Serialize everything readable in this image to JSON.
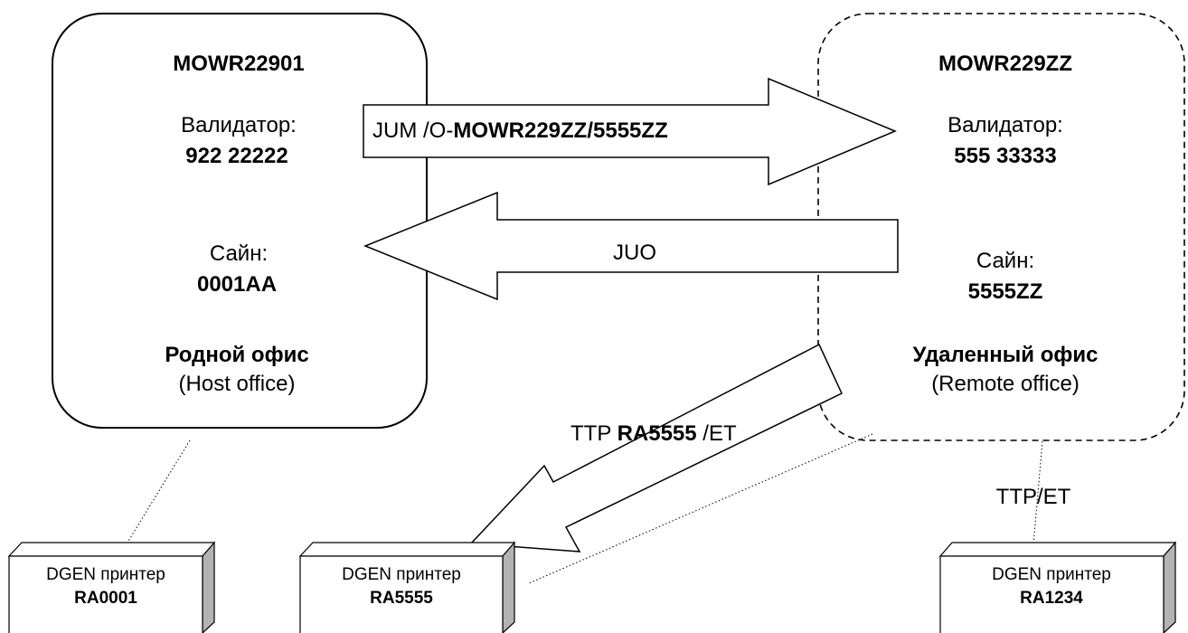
{
  "host_office": {
    "id": "MOWR22901",
    "validator_label": "Валидатор:",
    "validator_value": "922 22222",
    "sign_label": "Сайн:",
    "sign_value": "0001AA",
    "name": "Родной офис",
    "name_en": "(Host office)"
  },
  "remote_office": {
    "id": "MOWR229ZZ",
    "validator_label": "Валидатор:",
    "validator_value": "555 33333",
    "sign_label": "Сайн:",
    "sign_value": "5555ZZ",
    "name": "Удаленный офис",
    "name_en": "(Remote office)"
  },
  "arrows": {
    "jum": {
      "prefix": "JUM /O-",
      "office": "MOWR229ZZ",
      "slash": "/",
      "sign": "5555ZZ"
    },
    "juo": {
      "label": "JUO"
    },
    "ttp": {
      "prefix": "TTP ",
      "printer": "RA5555",
      "suffix": " /ET"
    },
    "ttp_et": {
      "label": "TTP/ET"
    }
  },
  "printers": [
    {
      "label": "DGEN принтер",
      "code": "RA0001"
    },
    {
      "label": "DGEN принтер",
      "code": "RA5555"
    },
    {
      "label": "DGEN принтер",
      "code": "RA1234"
    }
  ]
}
